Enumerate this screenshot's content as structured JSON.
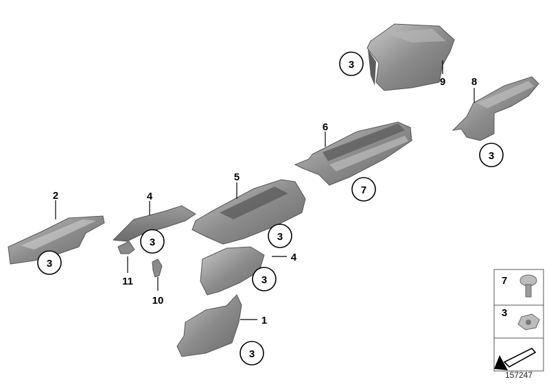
{
  "diagram_id": "157247",
  "callouts": {
    "c1": "1",
    "c2": "2",
    "c4a": "4",
    "c4b": "4",
    "c5": "5",
    "c6": "6",
    "c7": "7",
    "c8": "8",
    "c9": "9",
    "c10": "10",
    "c11": "11",
    "nut_label": "3"
  },
  "legend": {
    "screw_label": "7",
    "nut_label": "3"
  },
  "colors": {
    "part_fill": "#8e8e8e",
    "part_dark": "#6e6e6e",
    "part_light": "#b8b8b8",
    "outline": "#000000"
  }
}
